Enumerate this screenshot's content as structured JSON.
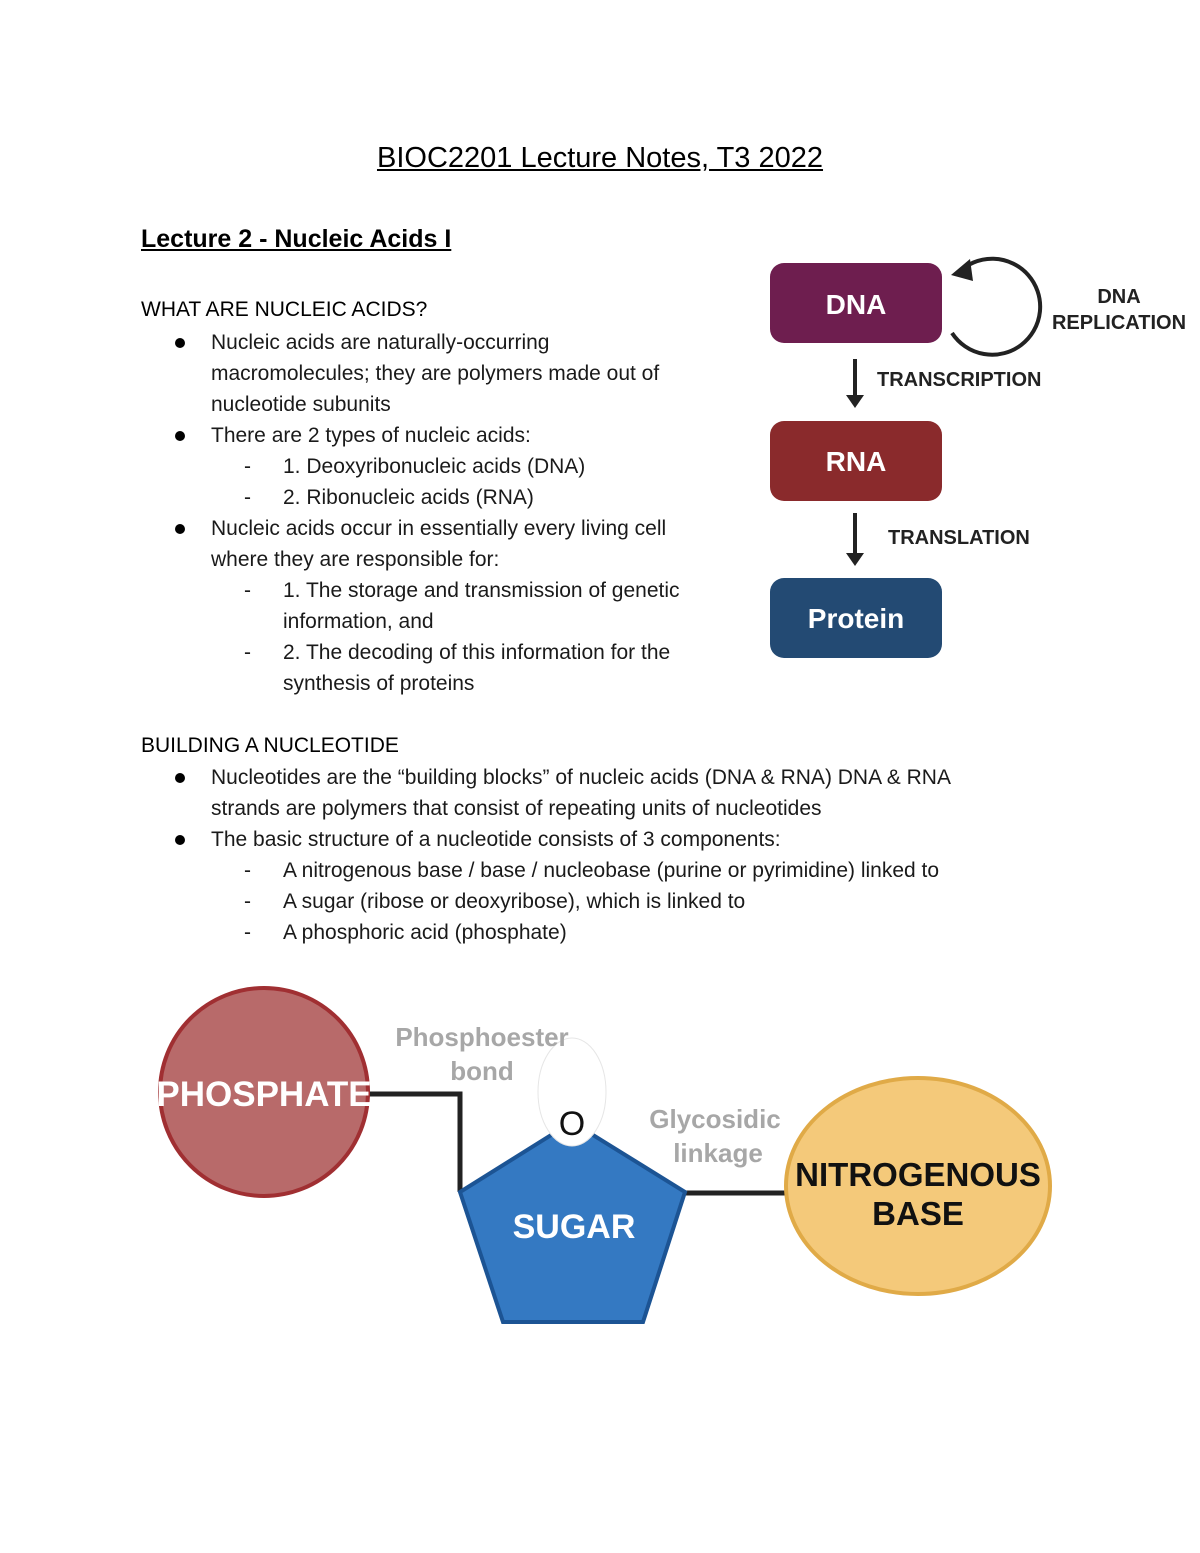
{
  "document": {
    "title": "BIOC2201 Lecture Notes, T3 2022",
    "lecture_title": "Lecture 2 - Nucleic Acids I"
  },
  "section1": {
    "heading": "WHAT ARE NUCLEIC ACIDS?",
    "bullet1": {
      "lines": [
        "Nucleic acids are naturally-occurring",
        "macromolecules; they are polymers made out of",
        "nucleotide subunits"
      ]
    },
    "bullet2": {
      "lines": [
        "There are 2 types of nucleic acids:"
      ],
      "sub": [
        [
          "1. Deoxyribonucleic acids (DNA)"
        ],
        [
          "2. Ribonucleic acids (RNA)"
        ]
      ]
    },
    "bullet3": {
      "lines": [
        "Nucleic acids occur in essentially every living cell",
        "where they are responsible for:"
      ],
      "sub": [
        [
          "1. The storage and transmission of genetic",
          "information, and"
        ],
        [
          "2. The decoding of this information for the",
          "synthesis of proteins"
        ]
      ]
    }
  },
  "flow_diagram": {
    "dna": "DNA",
    "rna": "RNA",
    "protein": "Protein",
    "replication_line1": "DNA",
    "replication_line2": "REPLICATION",
    "transcription": "TRANSCRIPTION",
    "translation": "TRANSLATION",
    "colors": {
      "dna": "#6e1e4f",
      "rna": "#8a2a2c",
      "protein": "#234a73"
    }
  },
  "section2": {
    "heading": "BUILDING A NUCLEOTIDE",
    "bullet1": {
      "lines": [
        "Nucleotides are the “building blocks” of nucleic acids (DNA & RNA) DNA & RNA",
        "strands are polymers that consist of repeating units of nucleotides"
      ]
    },
    "bullet2": {
      "lines": [
        "The basic structure of a nucleotide consists of 3 components:"
      ],
      "sub": [
        [
          "A nitrogenous base / base / nucleobase (purine or pyrimidine) linked to"
        ],
        [
          "A sugar (ribose or deoxyribose), which is linked to"
        ],
        [
          "A phosphoric acid (phosphate)"
        ]
      ]
    }
  },
  "nucleotide_diagram": {
    "phosphate": "PHOSPHATE",
    "sugar": "SUGAR",
    "oxygen": "O",
    "base_line1": "NITROGENOUS",
    "base_line2": "BASE",
    "phosphoester_line1": "Phosphoester",
    "phosphoester_line2": "bond",
    "glycosidic_line1": "Glycosidic",
    "glycosidic_line2": "linkage",
    "colors": {
      "phosphate": "#b86a6a",
      "sugar": "#3479c2",
      "base": "#f4c97a"
    }
  }
}
